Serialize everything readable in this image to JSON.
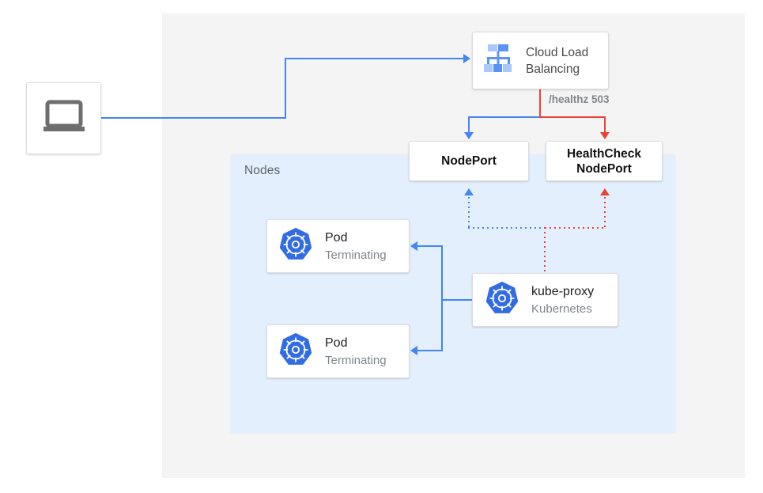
{
  "diagram": {
    "panels": {
      "outer_label": "",
      "nodes_label": "Nodes"
    },
    "nodes": {
      "client": {
        "icon": "laptop-icon",
        "label": ""
      },
      "load_balancer": {
        "icon": "cloud-load-balancing-icon",
        "title": "Cloud Load\nBalancing"
      },
      "nodeport": {
        "title": "NodePort"
      },
      "healthcheck_nodeport": {
        "title": "HealthCheck\nNodePort"
      },
      "kube_proxy": {
        "icon": "kubernetes-icon",
        "title": "kube-proxy",
        "subtitle": "Kubernetes"
      },
      "pod1": {
        "icon": "kubernetes-icon",
        "title": "Pod",
        "subtitle": "Terminating"
      },
      "pod2": {
        "icon": "kubernetes-icon",
        "title": "Pod",
        "subtitle": "Terminating"
      }
    },
    "edges": {
      "healthz_label": "/healthz 503"
    },
    "colors": {
      "blue": "#4285f4",
      "red": "#ea4335",
      "panel_gray": "#f4f4f4",
      "panel_blue": "#e3effc",
      "kubernetes_blue": "#326ce5",
      "icon_gray": "#6e6e6e",
      "text_gray": "#5f6368",
      "text_muted": "#80868b"
    }
  }
}
